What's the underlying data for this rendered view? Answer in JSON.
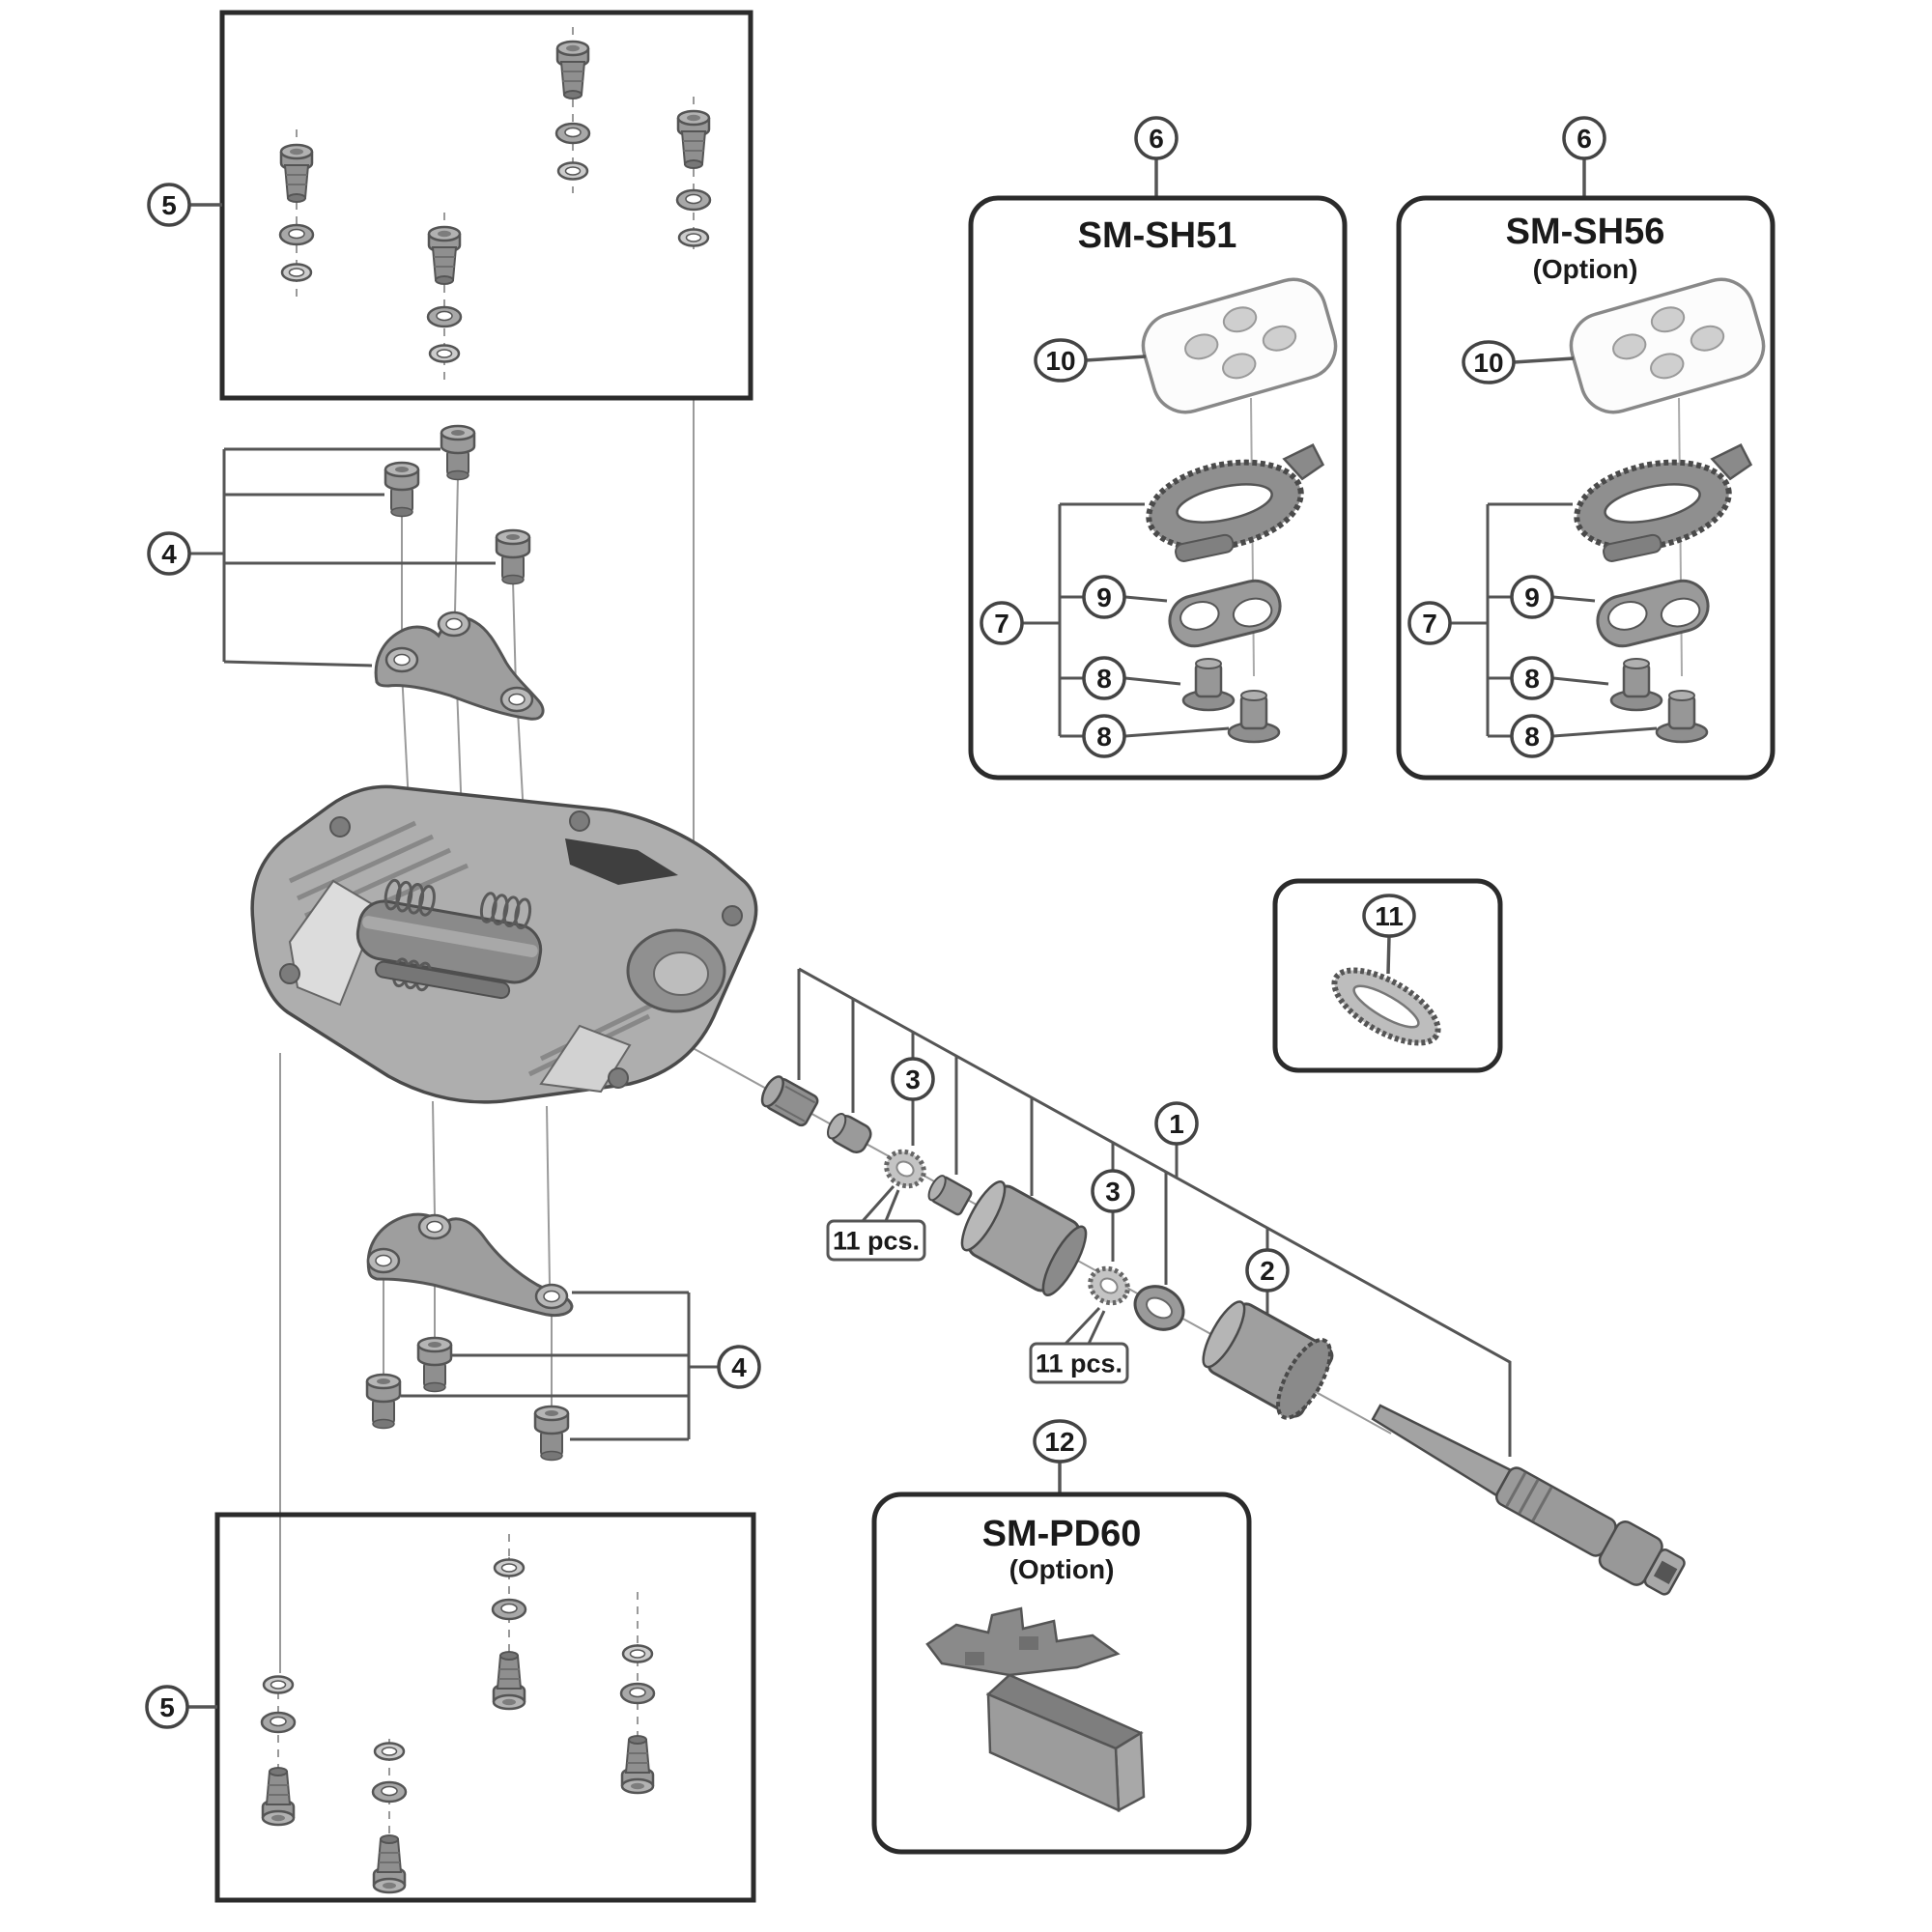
{
  "diagram_type": "exploded-parts-diagram",
  "style": {
    "background": "#ffffff",
    "line_color": "#555555",
    "box_border_color": "#2b2b2b",
    "part_fill": "#9e9e9e"
  },
  "callouts": {
    "top_screw_box": "5",
    "bottom_screw_box": "5",
    "upper_adapter_bolts": "4",
    "lower_adapter_bolts": "4",
    "axle_assembly": "1",
    "axle_body": "2",
    "ball_retainer_left": "3",
    "ball_retainer_right": "3",
    "seal_ring": "11",
    "cleat_set_sh51": "6",
    "cleat_set_sh56": "6",
    "cleat_nut_sh51": "10",
    "cleat_nut_sh56": "10",
    "cleat_group_sh51": "7",
    "cleat_group_sh56": "7",
    "cleat_washer_sh51": "9",
    "cleat_washer_sh56": "9",
    "cleat_bolt_a_sh51": "8",
    "cleat_bolt_b_sh51": "8",
    "cleat_bolt_a_sh56": "8",
    "cleat_bolt_b_sh56": "8",
    "reflector_unit": "12"
  },
  "labels": {
    "sh51_title": "SM-SH51",
    "sh56_title": "SM-SH56",
    "sh56_subtitle": "(Option)",
    "pd60_title": "SM-PD60",
    "pd60_subtitle": "(Option)",
    "ball_qty_left": "11 pcs.",
    "ball_qty_right": "11 pcs."
  }
}
